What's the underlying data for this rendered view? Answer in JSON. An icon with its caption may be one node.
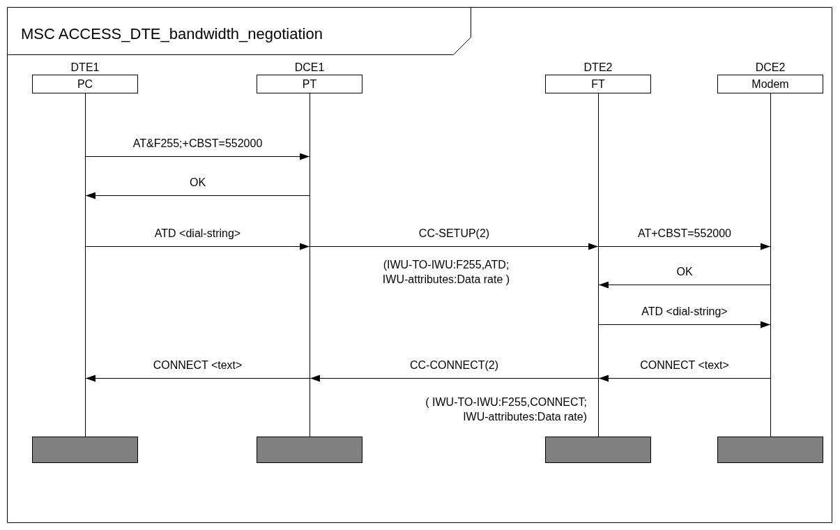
{
  "diagram": {
    "title": "MSC ACCESS_DTE_bandwidth_negotiation",
    "nodes": [
      {
        "text": [
          "DTE1",
          "PC"
        ]
      },
      {
        "text": [
          "DCE1",
          "PT"
        ]
      },
      {
        "text": [
          "DTE2",
          "FT"
        ]
      },
      {
        "text": [
          "DCE2",
          "Modem"
        ]
      },
      {
        "text": [],
        "shape": "line"
      },
      {
        "text": [],
        "shape": "line"
      },
      {
        "text": [],
        "shape": "line"
      },
      {
        "text": [],
        "shape": "line"
      },
      {
        "text": [],
        "shape": "bar"
      },
      {
        "text": [],
        "shape": "bar"
      },
      {
        "text": [],
        "shape": "bar"
      },
      {
        "text": [],
        "shape": "bar"
      }
    ],
    "edges": [
      {
        "from": 4,
        "to": 5,
        "arrow": "to",
        "label": "AT&F255;+CBST=552000"
      },
      {
        "from": 5,
        "to": 4,
        "arrow": "to",
        "label": "OK"
      },
      {
        "from": 4,
        "to": 5,
        "arrow": "to",
        "label": "ATD <dial-string>"
      },
      {
        "from": 5,
        "to": 6,
        "arrow": "to",
        "label": "CC-SETUP(2)"
      },
      {
        "from": 6,
        "to": 7,
        "arrow": "to",
        "label": "AT+CBST=552000"
      },
      {
        "from": 7,
        "to": 6,
        "arrow": "to",
        "label": "OK"
      },
      {
        "from": 6,
        "to": 7,
        "arrow": "to",
        "label": "ATD <dial-string>"
      },
      {
        "from": 7,
        "to": 6,
        "arrow": "to",
        "label": "CONNECT <text>"
      },
      {
        "from": 6,
        "to": 5,
        "arrow": "to",
        "label": "CC-CONNECT(2)"
      },
      {
        "from": 5,
        "to": 4,
        "arrow": "to",
        "label": "CONNECT <text>"
      }
    ],
    "labels": [
      "(IWU-TO-IWU:F255,ATD; IWU-attributes:Data rate )",
      "( IWU-TO-IWU:F255,CONNECT; IWU-attributes:Data rate)"
    ]
  }
}
